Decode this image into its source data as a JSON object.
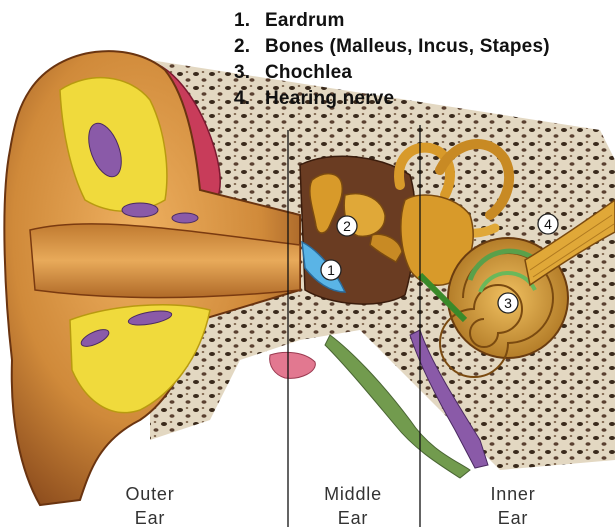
{
  "legend": {
    "items": [
      {
        "number": "1.",
        "label": "Eardrum"
      },
      {
        "number": "2.",
        "label": "Bones (Malleus, Incus, Stapes)"
      },
      {
        "number": "3.",
        "label": "Chochlea"
      },
      {
        "number": "4.",
        "label": "Hearing nerve"
      }
    ]
  },
  "markers": [
    "1",
    "2",
    "3",
    "4"
  ],
  "regions": [
    {
      "line1": "Outer",
      "line2": "Ear"
    },
    {
      "line1": "Middle",
      "line2": "Ear"
    },
    {
      "line1": "Inner",
      "line2": "Ear"
    }
  ],
  "colors": {
    "skin": "#d9963f",
    "skin_dark": "#8a4a1c",
    "bone": "#ddd2bc",
    "fat": "#f0da3c",
    "purple": "#8a5aa8",
    "muscle": "#c83c5a",
    "eardrum": "#5ab4e6",
    "cavity": "#6a3c22",
    "ossicle": "#d89a2a",
    "cochlea_green": "#5aa04a"
  }
}
